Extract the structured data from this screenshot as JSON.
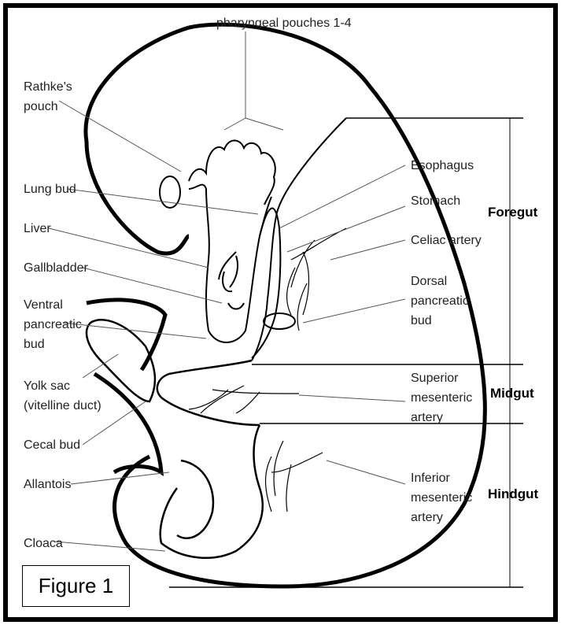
{
  "figure": {
    "caption": "Figure 1",
    "labels": {
      "pharyngeal_pouches": "pharyngeal pouches 1-4",
      "rathke_line1": "Rathke's",
      "rathke_line2": "pouch",
      "lung_bud": "Lung bud",
      "liver": "Liver",
      "gallbladder": "Gallbladder",
      "ventral_line1": "Ventral",
      "ventral_line2": "pancreatic",
      "ventral_line3": "bud",
      "yolk_line1": "Yolk sac",
      "yolk_line2": "(vitelline duct)",
      "cecal_bud": "Cecal bud",
      "allantois": "Allantois",
      "cloaca": "Cloaca",
      "esophagus": "Esophagus",
      "stomach": "Stomach",
      "celiac_artery": "Celiac artery",
      "dorsal_line1": "Dorsal",
      "dorsal_line2": "pancreatic",
      "dorsal_line3": "bud",
      "sma_line1": "Superior",
      "sma_line2": "mesenteric",
      "sma_line3": "artery",
      "ima_line1": "Inferior",
      "ima_line2": "mesenteric",
      "ima_line3": "artery"
    },
    "regions": {
      "foregut": "Foregut",
      "midgut": "Midgut",
      "hindgut": "Hindgut"
    }
  }
}
